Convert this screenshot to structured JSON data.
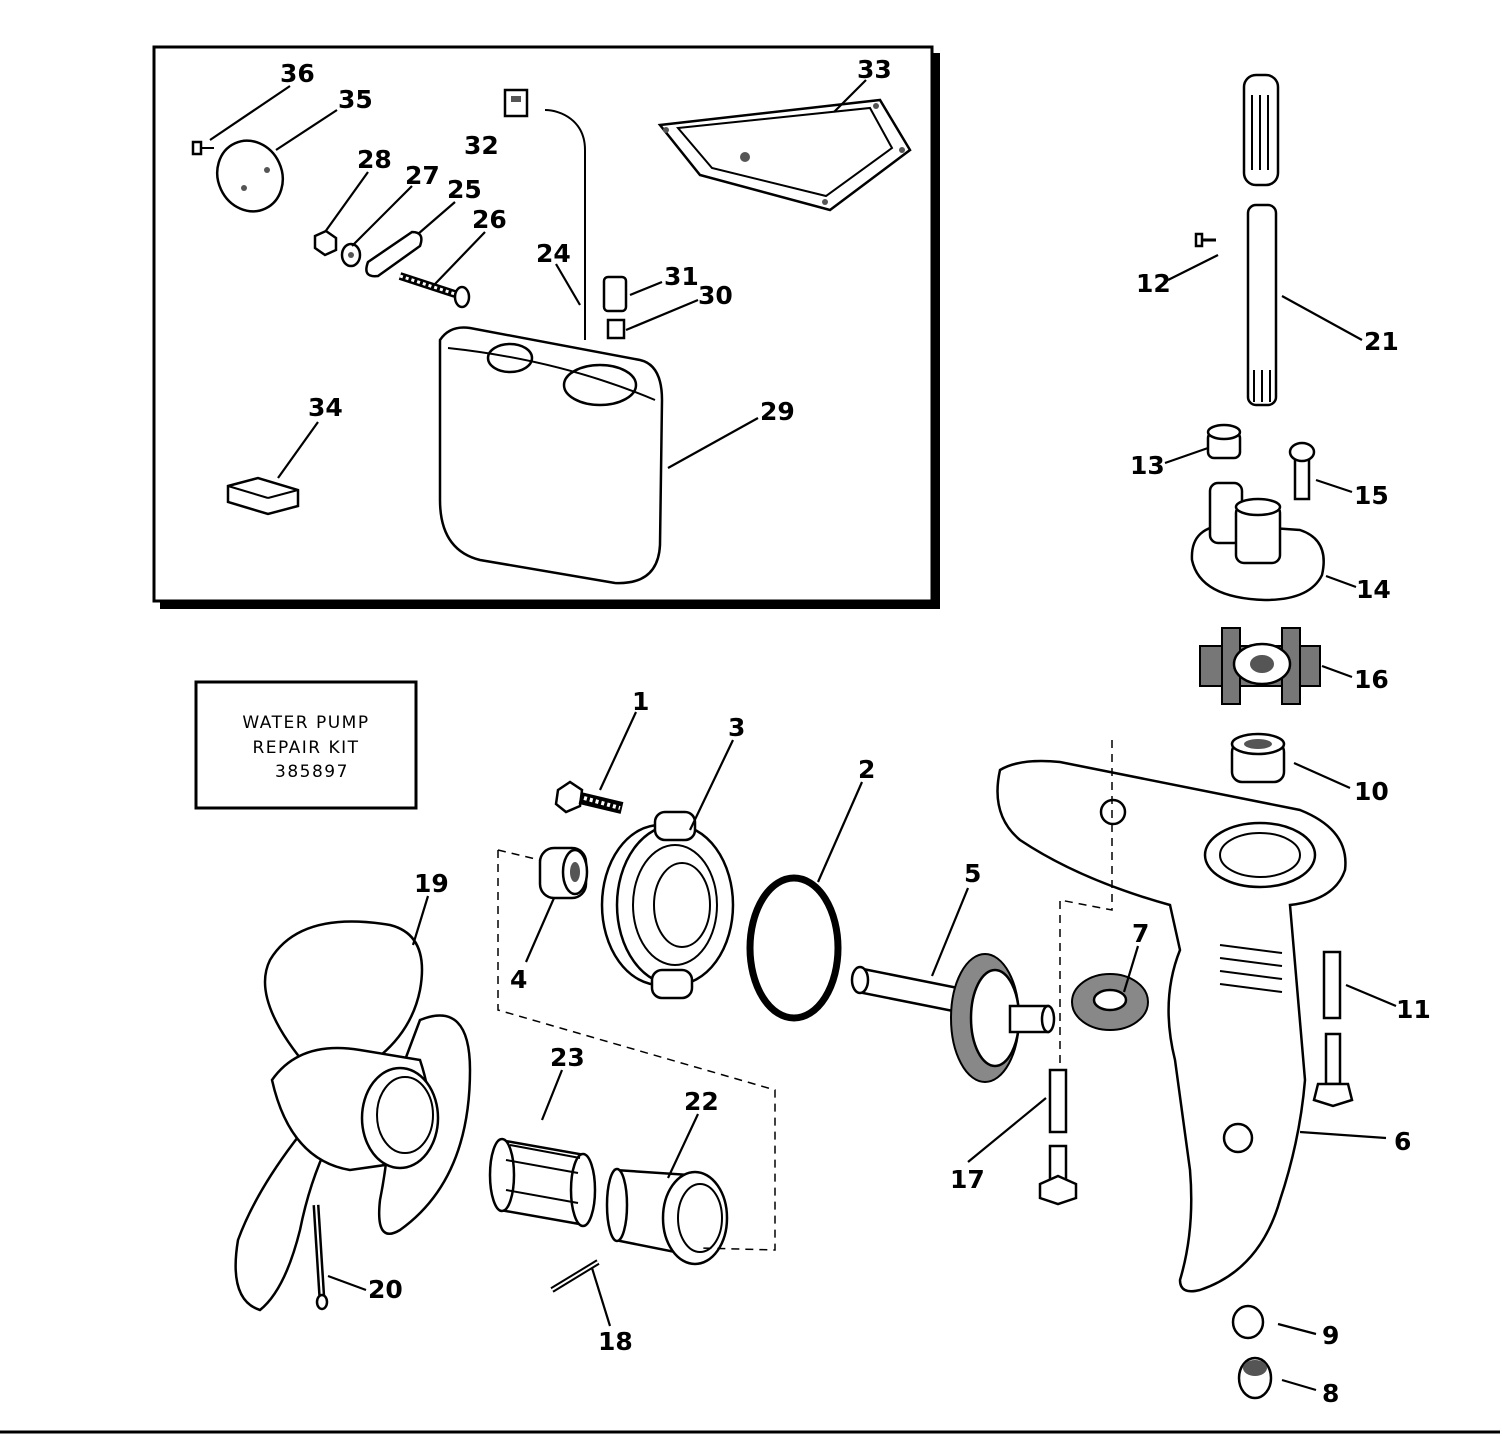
{
  "kit": {
    "line1": "WATER PUMP",
    "line2": "REPAIR KIT",
    "line3": "385897"
  },
  "callouts": [
    {
      "id": "36",
      "label": "36"
    },
    {
      "id": "35",
      "label": "35"
    },
    {
      "id": "32",
      "label": "32"
    },
    {
      "id": "33",
      "label": "33"
    },
    {
      "id": "28",
      "label": "28"
    },
    {
      "id": "27",
      "label": "27"
    },
    {
      "id": "25",
      "label": "25"
    },
    {
      "id": "26",
      "label": "26"
    },
    {
      "id": "24",
      "label": "24"
    },
    {
      "id": "31",
      "label": "31"
    },
    {
      "id": "30",
      "label": "30"
    },
    {
      "id": "29",
      "label": "29"
    },
    {
      "id": "34",
      "label": "34"
    },
    {
      "id": "12",
      "label": "12"
    },
    {
      "id": "21",
      "label": "21"
    },
    {
      "id": "13",
      "label": "13"
    },
    {
      "id": "15",
      "label": "15"
    },
    {
      "id": "14",
      "label": "14"
    },
    {
      "id": "16",
      "label": "16"
    },
    {
      "id": "10",
      "label": "10"
    },
    {
      "id": "1",
      "label": "1"
    },
    {
      "id": "3",
      "label": "3"
    },
    {
      "id": "2",
      "label": "2"
    },
    {
      "id": "4",
      "label": "4"
    },
    {
      "id": "19",
      "label": "19"
    },
    {
      "id": "5",
      "label": "5"
    },
    {
      "id": "7",
      "label": "7"
    },
    {
      "id": "11",
      "label": "11"
    },
    {
      "id": "23",
      "label": "23"
    },
    {
      "id": "22",
      "label": "22"
    },
    {
      "id": "17",
      "label": "17"
    },
    {
      "id": "6",
      "label": "6"
    },
    {
      "id": "20",
      "label": "20"
    },
    {
      "id": "18",
      "label": "18"
    },
    {
      "id": "9",
      "label": "9"
    },
    {
      "id": "8",
      "label": "8"
    }
  ]
}
